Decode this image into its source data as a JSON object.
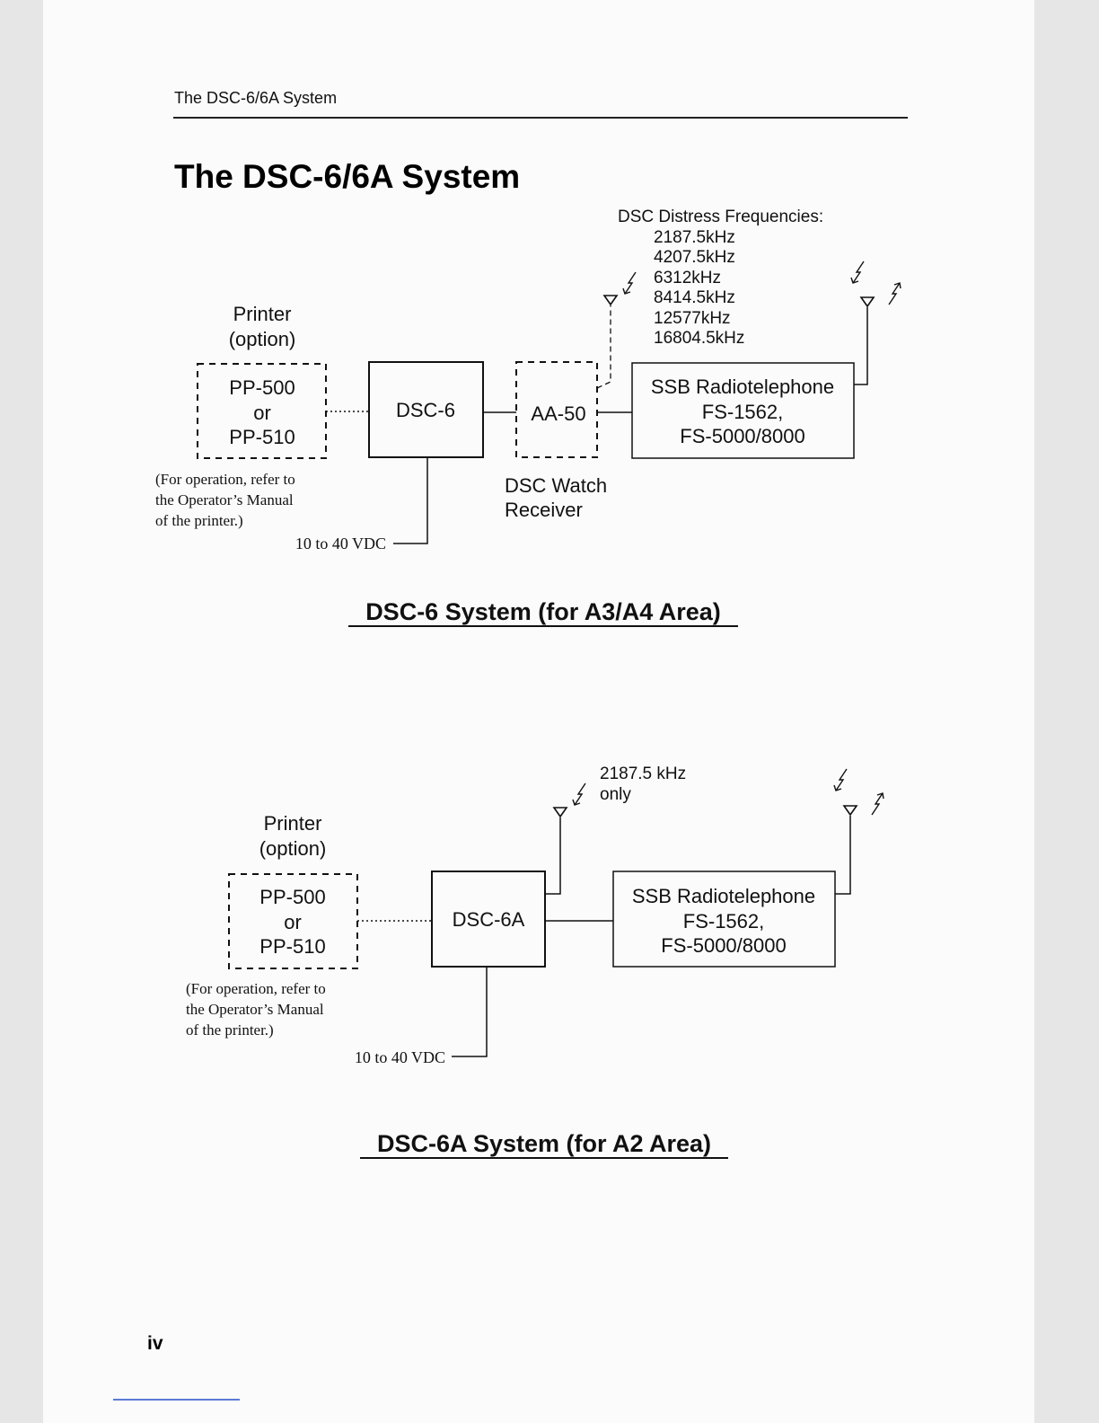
{
  "header": {
    "running_title": "The DSC-6/6A System"
  },
  "title": "The DSC-6/6A System",
  "page_number": "iv",
  "diagrams": [
    {
      "caption": "DSC-6 System (for A3/A4 Area)",
      "printer_label": [
        "Printer",
        "(option)"
      ],
      "printer_box": [
        "PP-500",
        "or",
        "PP-510"
      ],
      "printer_note": [
        "(For operation, refer to",
        "the Operator’s Manual",
        "of the printer.)"
      ],
      "controller": "DSC-6",
      "power": "10 to 40 VDC",
      "watch_receiver": "AA-50",
      "watch_label": [
        "DSC Watch",
        "Receiver"
      ],
      "frequencies_title": "DSC Distress Frequencies:",
      "frequencies": [
        "2187.5kHz",
        "4207.5kHz",
        "6312kHz",
        "8414.5kHz",
        "12577kHz",
        "16804.5kHz"
      ],
      "radio": [
        "SSB Radiotelephone",
        "FS-1562,",
        "FS-5000/8000"
      ]
    },
    {
      "caption": "DSC-6A System (for A2 Area)",
      "printer_label": [
        "Printer",
        "(option)"
      ],
      "printer_box": [
        "PP-500",
        "or",
        "PP-510"
      ],
      "printer_note": [
        "(For operation, refer to",
        "the Operator’s Manual",
        "of the printer.)"
      ],
      "controller": "DSC-6A",
      "power": "10 to 40 VDC",
      "frequency": [
        "2187.5 kHz",
        "only"
      ],
      "radio": [
        "SSB Radiotelephone",
        "FS-1562,",
        "FS-5000/8000"
      ]
    }
  ]
}
